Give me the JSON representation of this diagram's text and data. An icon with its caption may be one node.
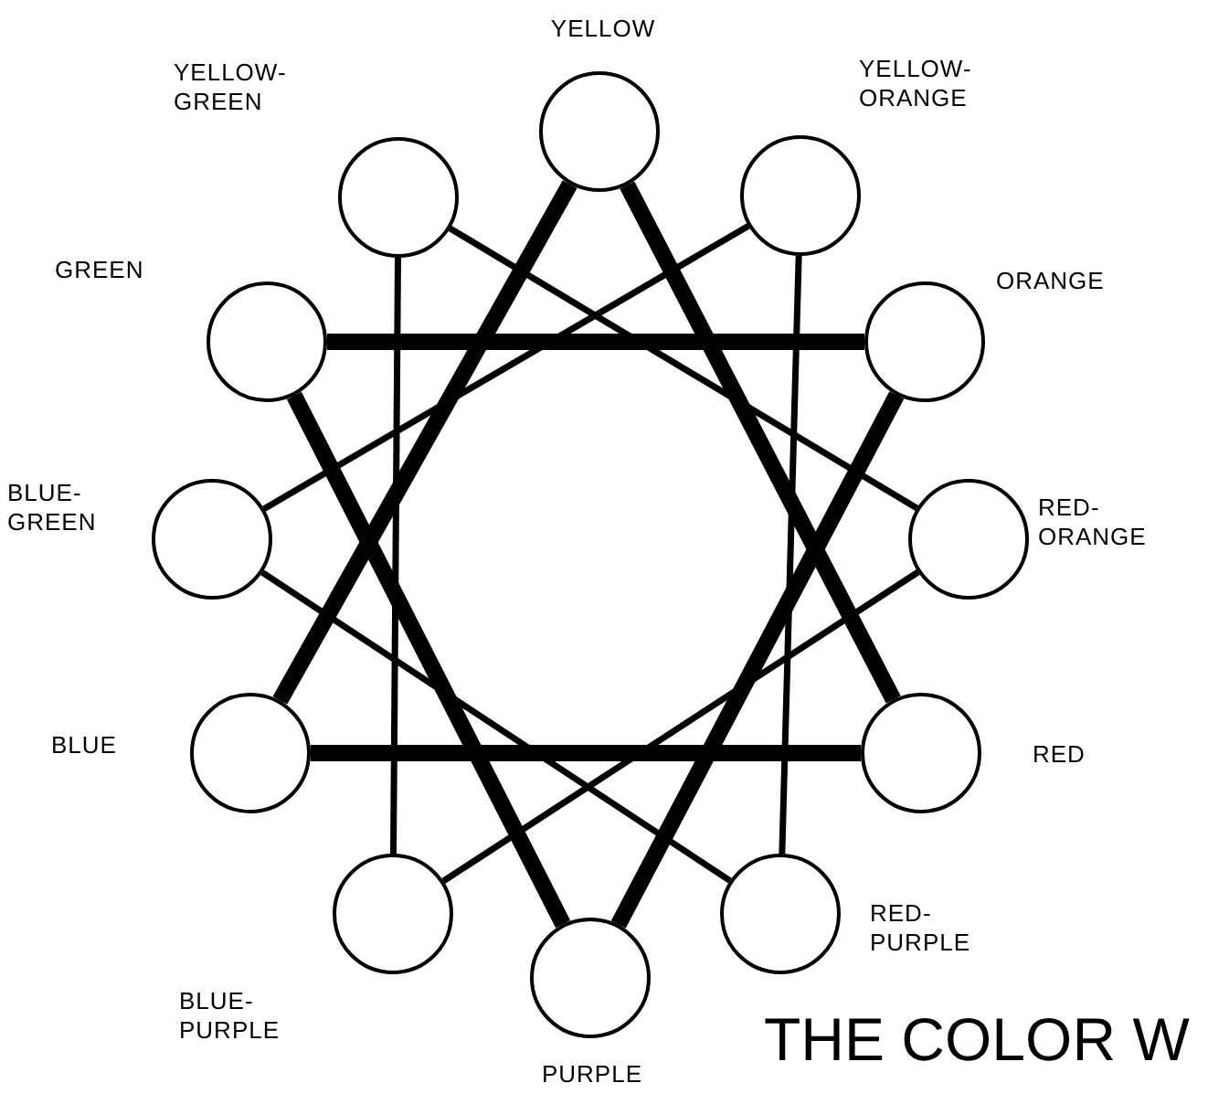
{
  "diagram": {
    "title": "THE COLOR W",
    "nodes": [
      {
        "text": [],
        "shape": "circle",
        "beside": [
          "YELLOW"
        ]
      },
      {
        "text": [],
        "shape": "circle",
        "beside": [
          "YELLOW-ORANGE"
        ]
      },
      {
        "text": [],
        "shape": "circle",
        "beside": [
          "ORANGE"
        ]
      },
      {
        "text": [],
        "shape": "circle",
        "beside": [
          "RED-ORANGE"
        ]
      },
      {
        "text": [],
        "shape": "circle",
        "beside": [
          "RED"
        ]
      },
      {
        "text": [],
        "shape": "circle",
        "beside": [
          "RED-PURPLE"
        ]
      },
      {
        "text": [],
        "shape": "circle",
        "beside": [
          "PURPLE"
        ]
      },
      {
        "text": [],
        "shape": "circle",
        "beside": [
          "BLUE-PURPLE"
        ]
      },
      {
        "text": [],
        "shape": "circle",
        "beside": [
          "BLUE"
        ]
      },
      {
        "text": [],
        "shape": "circle",
        "beside": [
          "BLUE-GREEN"
        ]
      },
      {
        "text": [],
        "shape": "circle",
        "beside": [
          "GREEN"
        ]
      },
      {
        "text": [],
        "shape": "circle",
        "beside": [
          "YELLOW-GREEN"
        ]
      }
    ],
    "edges": [
      {
        "from": 0,
        "to": 4,
        "arrow": "none",
        "style": "thick"
      },
      {
        "from": 4,
        "to": 8,
        "arrow": "none",
        "style": "thick"
      },
      {
        "from": 8,
        "to": 0,
        "arrow": "none",
        "style": "thick"
      },
      {
        "from": 10,
        "to": 2,
        "arrow": "none",
        "style": "thick"
      },
      {
        "from": 2,
        "to": 6,
        "arrow": "none",
        "style": "thick"
      },
      {
        "from": 6,
        "to": 10,
        "arrow": "none",
        "style": "thick"
      },
      {
        "from": 11,
        "to": 3,
        "arrow": "none"
      },
      {
        "from": 3,
        "to": 7,
        "arrow": "none"
      },
      {
        "from": 7,
        "to": 11,
        "arrow": "none"
      },
      {
        "from": 1,
        "to": 5,
        "arrow": "none"
      },
      {
        "from": 5,
        "to": 9,
        "arrow": "none"
      },
      {
        "from": 9,
        "to": 1,
        "arrow": "none"
      }
    ]
  }
}
